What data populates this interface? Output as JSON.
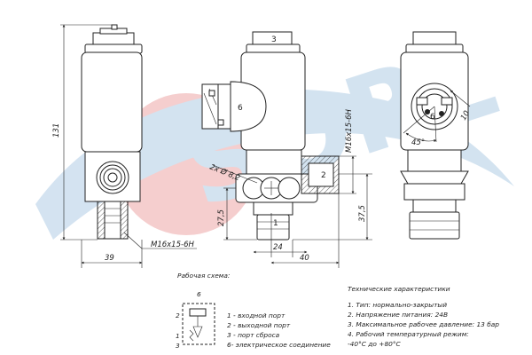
{
  "watermark": {
    "text": "SORL",
    "colors": {
      "blue": "#cfe0ef",
      "red": "#f4c9c9"
    }
  },
  "dimensions": {
    "height_total": "131",
    "width_39": "39",
    "thread_left": "M16x15-6H",
    "holes": "2x Ø 8,2",
    "height_275": "27,5",
    "width_24": "24",
    "width_40": "40",
    "thread_right": "M16x15-6H",
    "height_375": "37,5",
    "angle": "45°",
    "len_10": "10"
  },
  "callouts": {
    "c6_connector": "6",
    "c3_top": "3",
    "c2_port": "2",
    "c1_port": "1",
    "c6_end": "6"
  },
  "schema": {
    "title": "Рабочая схема:",
    "top_number": "6",
    "side_labels": [
      "2",
      "1",
      "3"
    ],
    "legend": [
      "1 - входной порт",
      "2 - выходной порт",
      "3 - порт сброса",
      "6- электрическое соединение"
    ]
  },
  "specs": {
    "title": "Технические характеристики",
    "lines": [
      "1. Тип: нормально-закрытый",
      "2. Напряжение питания: 24В",
      "3. Максимальное рабочее давление: 13 бар",
      "4. Рабочий температурный режим:",
      "-40°С до +80°С"
    ]
  }
}
